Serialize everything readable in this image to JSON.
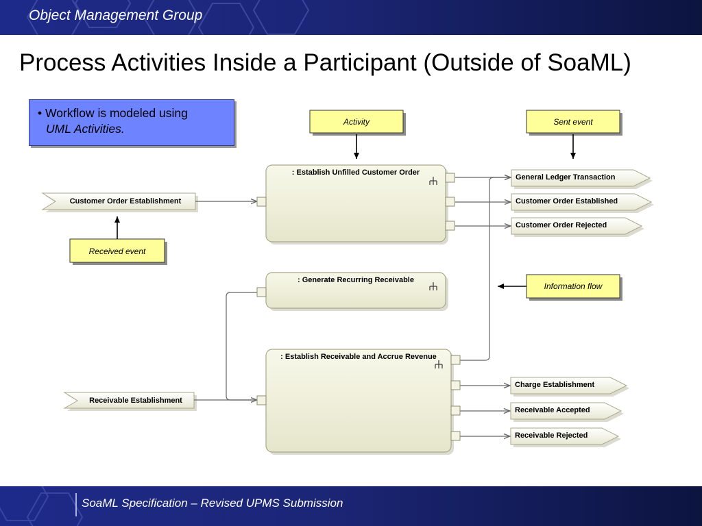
{
  "header": {
    "org_name": "Object Management Group"
  },
  "title": "Process Activities Inside a Participant (Outside of SoaML)",
  "bullet": {
    "line1": "• Workflow is modeled using",
    "line2": "UML Activities."
  },
  "callouts": {
    "activity": "Activity",
    "sent_event": "Sent event",
    "received_event": "Received event",
    "information_flow": "Information flow"
  },
  "actions": {
    "establish_unfilled": ": Establish Unfilled Customer Order",
    "generate_recurring": ": Generate Recurring Receivable",
    "establish_receivable": ": Establish Receivable and Accrue Revenue"
  },
  "received_signals": {
    "customer_order_establishment": "Customer Order Establishment",
    "receivable_establishment": "Receivable Establishment"
  },
  "sent_signals": {
    "general_ledger": "General Ledger Transaction",
    "order_established": "Customer Order Established",
    "order_rejected": "Customer Order Rejected",
    "charge_establishment": "Charge Establishment",
    "receivable_accepted": "Receivable Accepted",
    "receivable_rejected": "Receivable Rejected"
  },
  "footer": {
    "text": "SoaML Specification – Revised UPMS Submission"
  },
  "colors": {
    "header_blue": "#1e2a8a",
    "bullet_box": "#6e83ff",
    "callout_fill": "#ffff99",
    "node_fill": "#eeeed8",
    "node_stroke": "#a8a88c"
  }
}
